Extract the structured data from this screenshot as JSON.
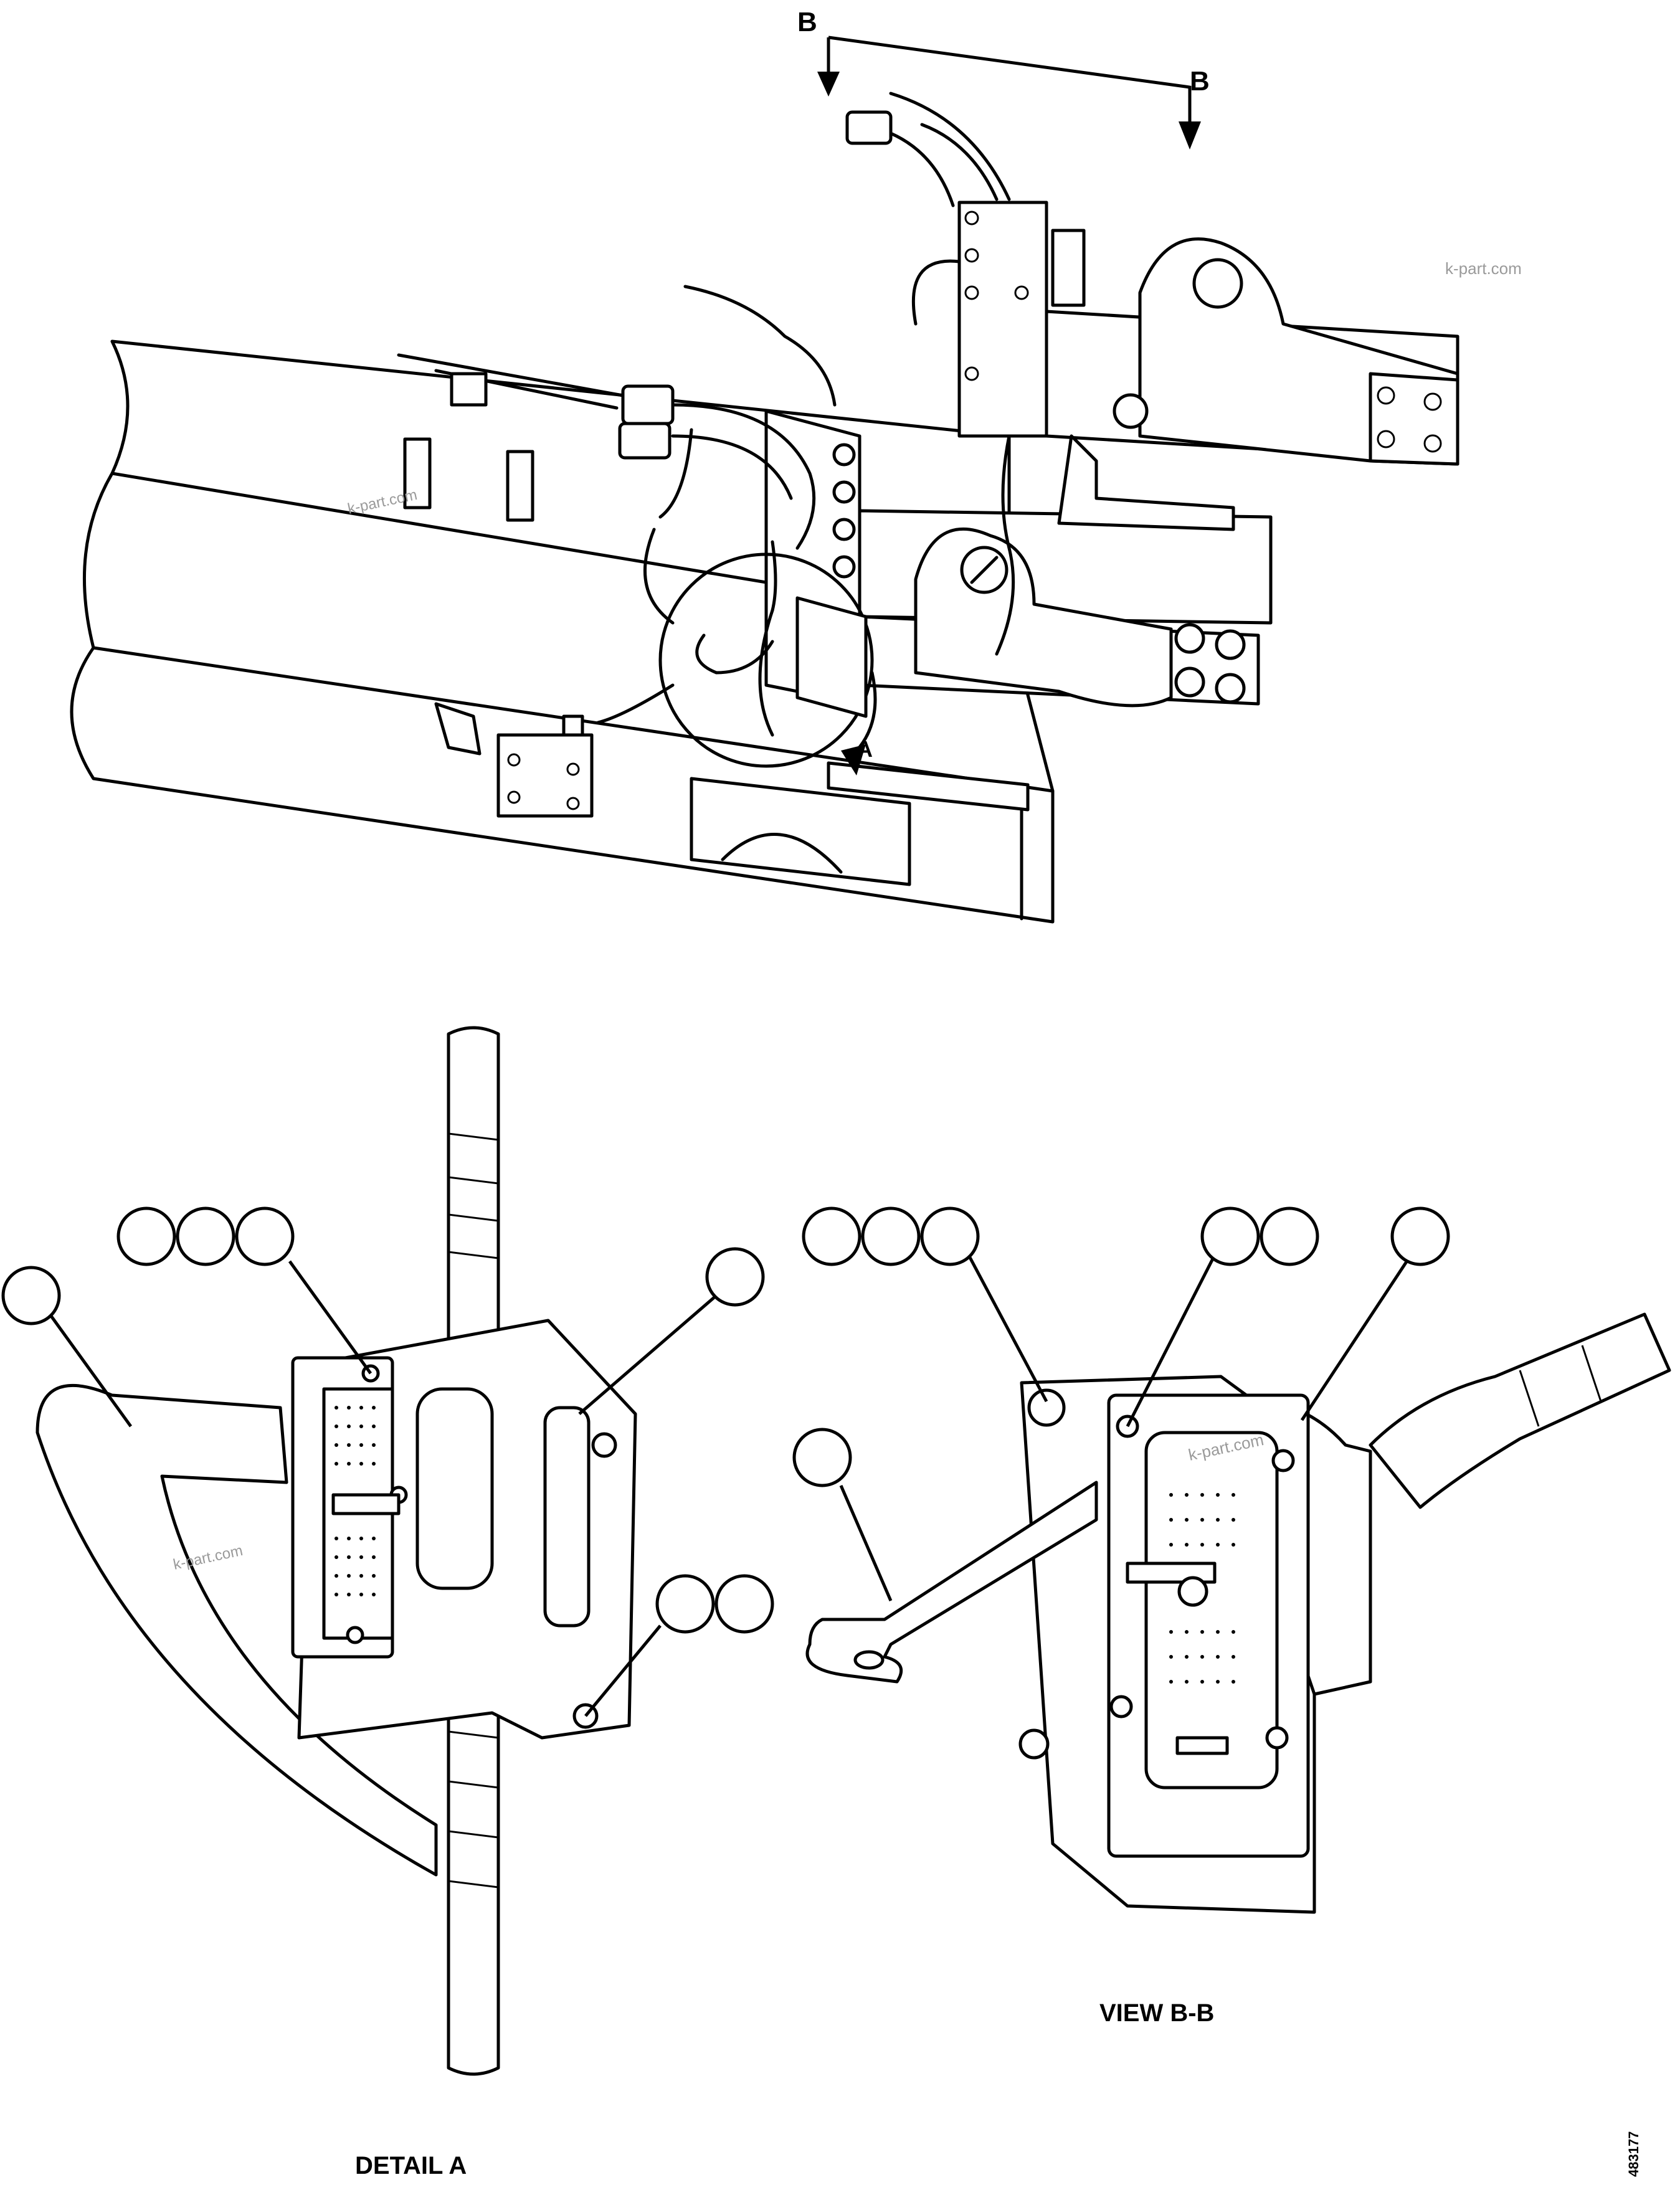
{
  "labels": {
    "section_b_left": "B",
    "section_b_right": "B",
    "detail_a_marker": "A",
    "detail_a_caption": "DETAIL A",
    "view_bb_caption": "VIEW B-B",
    "drawing_number": "483177"
  },
  "watermarks": [
    "k-part.com",
    "k-part.com",
    "k-part.com",
    "k-part.com"
  ],
  "balloons": {
    "detail_a": [
      "",
      "",
      "",
      "",
      "",
      "",
      "",
      ""
    ],
    "view_bb": [
      "",
      "",
      "",
      "",
      "",
      "",
      "",
      ""
    ]
  }
}
